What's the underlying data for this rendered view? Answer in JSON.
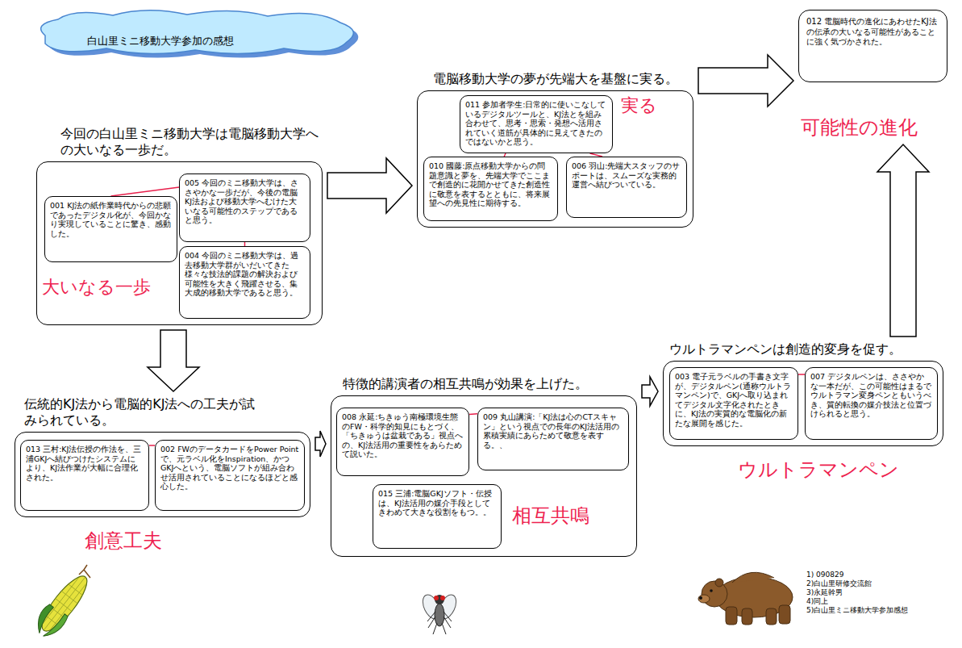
{
  "diagram": {
    "title": "白山里ミニ移動大学参加の感想",
    "nodes": [
      {
        "text": [
          "今回の白山里ミニ移動大学は電脳移動大学への大いなる一歩だ。",
          "大いなる一歩"
        ]
      },
      {
        "text": [
          "001 KJ法の紙作業時代からの悲願であったデジタル化が、今回かなり実現していることに驚き、感動した。"
        ],
        "in": 0
      },
      {
        "text": [
          "005 今回のミニ移動大学は、ささやかな一歩だが、今後の電脳KJ法および移動大学へむけた大いなる可能性のステップであると思う。"
        ],
        "in": 0
      },
      {
        "text": [
          "004 今回のミニ移動大学は、過去移動大学群がいだいてきた様々な技法的課題の解決および可能性を大きく飛躍させる、集大成的移動大学であると思う。"
        ],
        "in": 0
      },
      {
        "text": [
          "電脳移動大学の夢が先端大を基盤に実る。",
          "実る"
        ]
      },
      {
        "text": [
          "011 参加者学生:日常的に使いこなしているデジタルツールと、KJ法とを組み合わせて、思考・思索・発想へ活用されていく道筋が具体的に見えてきたのではないかと思う。"
        ],
        "in": 4
      },
      {
        "text": [
          "010 國藤:原点移動大学からの問題意識と夢を、先端大学でここまで創造的に花開かせてきた創造性に敬意を表するとともに、将来展望への先見性に期待する。"
        ],
        "in": 4
      },
      {
        "text": [
          "006 羽山:先端大スタッフのサポートは、スムーズな実務的運営へ結びついている。"
        ],
        "in": 4
      },
      {
        "text": [
          "012 電脳時代の進化にあわせたKJ法の伝承の大いなる可能性があることに強く気づかされた。",
          "可能性の進化"
        ]
      },
      {
        "text": [
          "伝統的KJ法から電脳的KJ法への工夫が試みられている。",
          "創意工夫"
        ]
      },
      {
        "text": [
          "013 三村:KJ法伝授の作法を、三浦GKJへ結びつけたシステムにより、KJ法作業が大幅に合理化された。"
        ],
        "in": 9
      },
      {
        "text": [
          "002 FWのデータカードをPower Pointで、元ラベル化をInspiration、かつGKJへという、電脳ソフトが組み合わせ活用されていることになるほどと感心した。"
        ],
        "in": 9
      },
      {
        "text": [
          "特徴的講演者の相互共鳴が効果を上げた。",
          "相互共鳴"
        ]
      },
      {
        "text": [
          "008 永延:ちきゅう南極環境生態のFW・科学的知見にもとづく、「ちきゅうは盆栽である」視点への、KJ法活用の重要性をあらためて説いた。"
        ],
        "in": 12
      },
      {
        "text": [
          "009 丸山講演:「KJ法は心のCTスキャン」という視点での長年のKJ法活用の累積実績にあらためて敬意を表する。、"
        ],
        "in": 12
      },
      {
        "text": [
          "015 三浦:電脳GKJソフト・伝授は、KJ法活用の媒介手段としてきわめて大きな役割をもつ。。"
        ],
        "in": 12
      },
      {
        "text": [
          "ウルトラマンペンは創造的変身を促す。",
          "ウルトラマンペン"
        ]
      },
      {
        "text": [
          "003 電子元ラベルの手書き文字が、デジタルペン(通称ウルトラマンペン)で、GKJへ取り込まれてデジタル文字化されたときに、KJ法の実質的な電脳化の新たな展開を感じた。"
        ],
        "in": 16
      },
      {
        "text": [
          "007 デジタルペンは、ささやかな一本だが、この可能性はまるでウルトラマン変身ペンともいうべき、質的転換の媒介技法と位置づけられると思う。"
        ],
        "in": 16
      }
    ],
    "edges": [
      {
        "from": 1,
        "to": 2,
        "arrow": "none"
      },
      {
        "from": 2,
        "to": 3,
        "arrow": "none"
      },
      {
        "from": 5,
        "to": 6,
        "arrow": "none"
      },
      {
        "from": 5,
        "to": 7,
        "arrow": "none"
      },
      {
        "from": 10,
        "to": 11,
        "arrow": "none"
      },
      {
        "from": 13,
        "to": 14,
        "arrow": "none"
      },
      {
        "from": 17,
        "to": 18,
        "arrow": "none"
      },
      {
        "from": 0,
        "to": 4,
        "arrow": "to"
      },
      {
        "from": 4,
        "to": 8,
        "arrow": "to"
      },
      {
        "from": 0,
        "to": 9,
        "arrow": "to"
      },
      {
        "from": 9,
        "to": 12,
        "arrow": "to"
      },
      {
        "from": 12,
        "to": 16,
        "arrow": "to"
      },
      {
        "from": 16,
        "to": 8,
        "arrow": "to"
      }
    ],
    "labels": [
      "1) 090829",
      "2)白山里研修交流館",
      "3)永延幹男",
      "4)同上",
      "5)白山里ミニ移動大学参加感想"
    ]
  }
}
